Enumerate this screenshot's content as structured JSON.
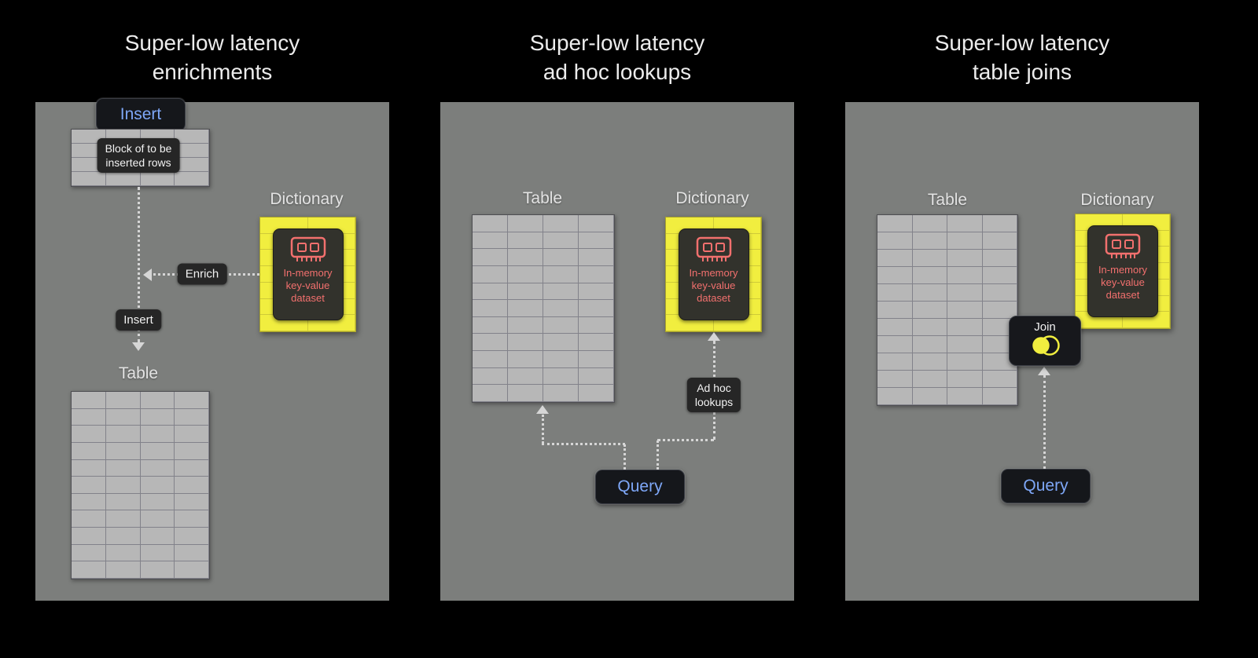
{
  "accent_colors": {
    "yellow": "#f1ee3f",
    "blue": "#7ea7f7",
    "red": "#f2706e",
    "panel_gray": "#7c7e7c"
  },
  "panels": [
    {
      "title_line1": "Super-low latency",
      "title_line2": "enrichments",
      "insert_button": "Insert",
      "block_badge_line1": "Block of to be",
      "block_badge_line2": "inserted rows",
      "enrich_badge": "Enrich",
      "insert_badge": "Insert",
      "table_label": "Table",
      "dictionary_label": "Dictionary",
      "dict_line1": "In-memory",
      "dict_line2": "key-value",
      "dict_line3": "dataset",
      "block_grid": {
        "rows": 4,
        "cols": 4
      },
      "table_grid": {
        "rows": 11,
        "cols": 4
      },
      "dict_grid": {
        "rows": 7,
        "cols": 2
      }
    },
    {
      "title_line1": "Super-low latency",
      "title_line2": "ad hoc lookups",
      "table_label": "Table",
      "dictionary_label": "Dictionary",
      "query_button": "Query",
      "adhoc_badge_line1": "Ad hoc",
      "adhoc_badge_line2": "lookups",
      "dict_line1": "In-memory",
      "dict_line2": "key-value",
      "dict_line3": "dataset",
      "table_grid": {
        "rows": 11,
        "cols": 4
      },
      "dict_grid": {
        "rows": 7,
        "cols": 2
      }
    },
    {
      "title_line1": "Super-low latency",
      "title_line2": "table joins",
      "table_label": "Table",
      "dictionary_label": "Dictionary",
      "join_badge": "Join",
      "query_button": "Query",
      "dict_line1": "In-memory",
      "dict_line2": "key-value",
      "dict_line3": "dataset",
      "table_grid": {
        "rows": 11,
        "cols": 4
      },
      "dict_grid": {
        "rows": 7,
        "cols": 2
      }
    }
  ]
}
